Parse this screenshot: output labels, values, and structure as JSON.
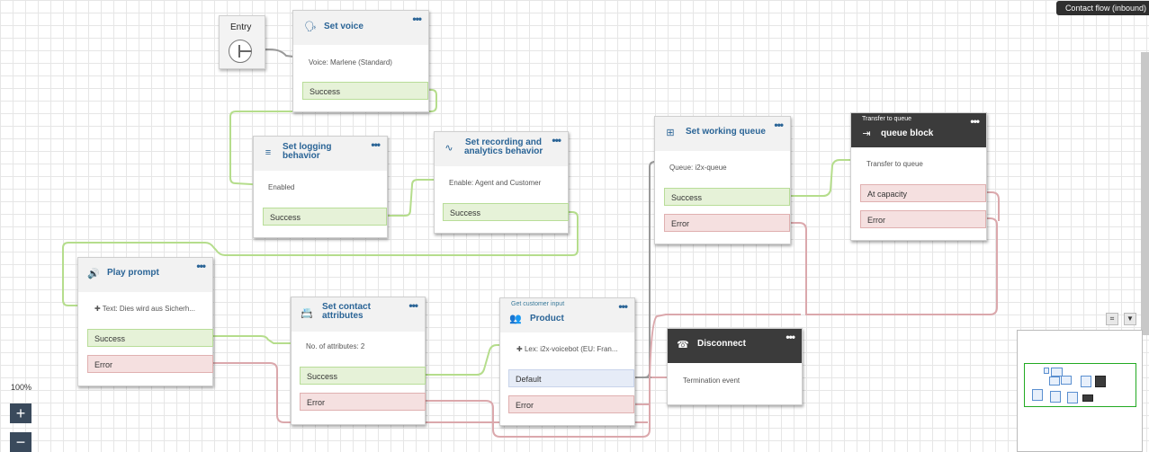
{
  "header_tag": "Contact flow (inbound)",
  "zoom": "100%",
  "zoom_in_label": "+",
  "zoom_out_label": "−",
  "colors": {
    "success": "#b5dd8c",
    "error": "#dba8ac",
    "default": "#999999",
    "title": "#2a6496"
  },
  "entry": {
    "label": "Entry"
  },
  "nodes": {
    "set_voice": {
      "title": "Set voice",
      "detail": "Voice: Marlene (Standard)",
      "success": "Success"
    },
    "set_logging": {
      "title1": "Set logging",
      "title2": "behavior",
      "detail": "Enabled",
      "success": "Success"
    },
    "set_recording": {
      "title1": "Set recording and",
      "title2": "analytics behavior",
      "detail": "Enable: Agent and Customer",
      "success": "Success"
    },
    "set_working_queue": {
      "title": "Set working queue",
      "detail": "Queue: i2x-queue",
      "success": "Success",
      "error": "Error"
    },
    "transfer_queue": {
      "sub": "Transfer to queue",
      "title": "queue block",
      "detail": "Transfer to queue",
      "capacity": "At capacity",
      "error": "Error"
    },
    "play_prompt": {
      "title": "Play prompt",
      "detail": "Text: Dies wird aus Sicherh...",
      "success": "Success",
      "error": "Error"
    },
    "set_contact": {
      "title1": "Set contact",
      "title2": "attributes",
      "detail": "No. of attributes: 2",
      "success": "Success",
      "error": "Error"
    },
    "product": {
      "sub": "Get customer input",
      "title": "Product",
      "detail": "Lex: i2x-voicebot (EU: Fran...",
      "default": "Default",
      "error": "Error"
    },
    "disconnect": {
      "title": "Disconnect",
      "detail": "Termination event"
    }
  }
}
